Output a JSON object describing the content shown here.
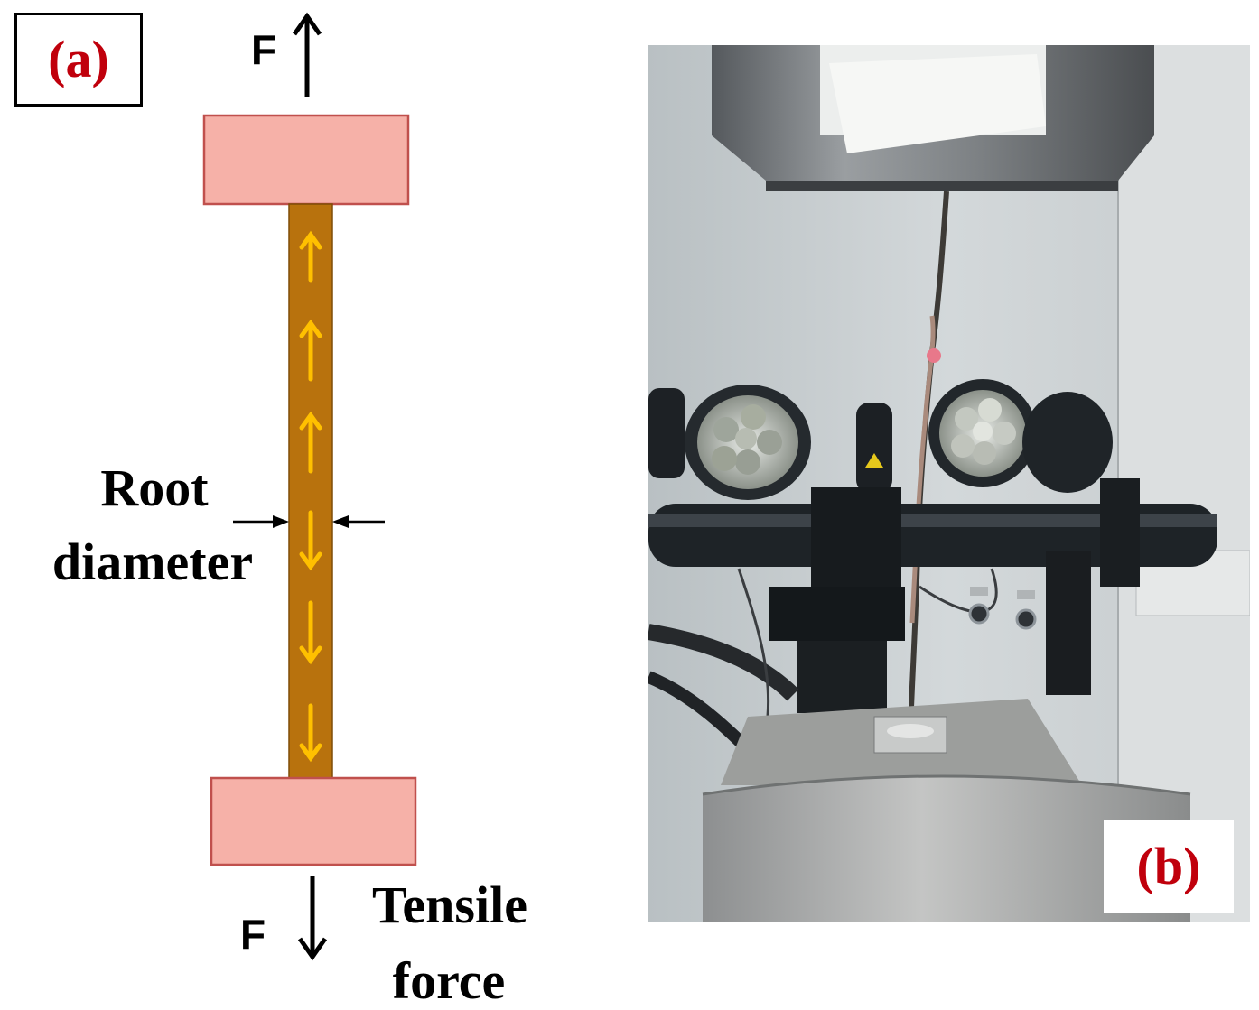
{
  "panel_a": {
    "label": "(a)",
    "force_top": "F",
    "force_bottom": "F",
    "root_label_line1": "Root",
    "root_label_line2": "diameter",
    "tensile_label_line1": "Tensile",
    "tensile_label_line2": "force",
    "colors": {
      "clamp_fill": "#f6b1a8",
      "clamp_stroke": "#c0504d",
      "rod_fill": "#b8720d",
      "inner_arrow": "#ffc000",
      "label_red": "#c0000c"
    }
  },
  "panel_b": {
    "label": "(b)",
    "description_icons": [
      "tensile-testing-machine-photo"
    ]
  }
}
